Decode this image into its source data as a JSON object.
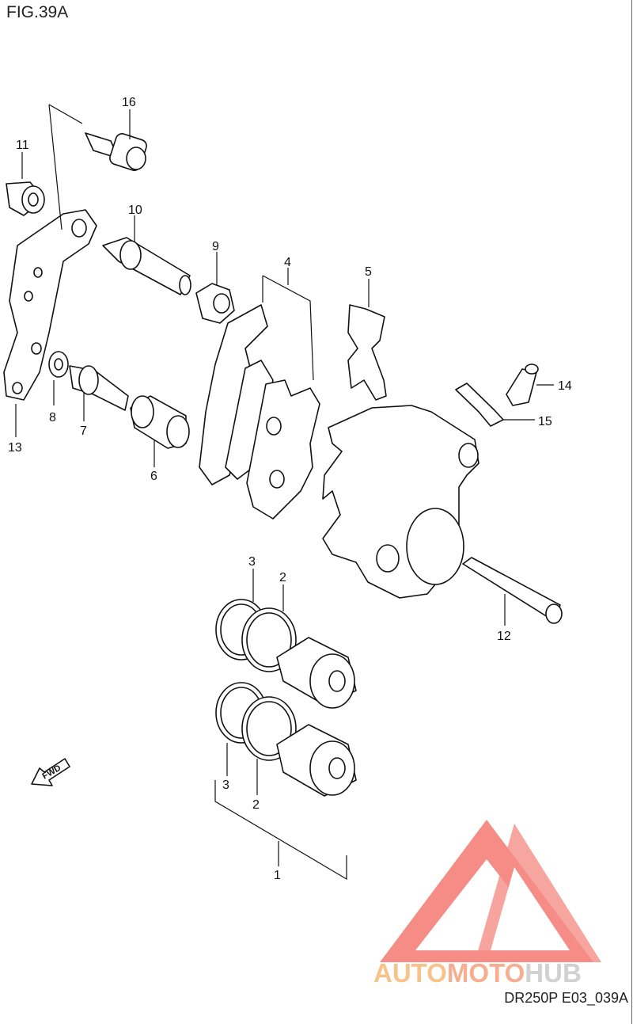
{
  "figure": {
    "title": "FIG.39A",
    "drawing_code": "DR250P E03_039A"
  },
  "direction_marker": {
    "label": "FWD",
    "icon": "forward-arrow-icon"
  },
  "watermark": {
    "part1": "AUTO",
    "part2": "MOTO",
    "part3": "HUB",
    "colors": {
      "logo": "#f47a72",
      "auto": "#f7b977",
      "moto": "#f5a07e",
      "hub": "#c9c9c9"
    }
  },
  "callouts": [
    "16",
    "11",
    "10",
    "9",
    "4",
    "5",
    "14",
    "15",
    "8",
    "7",
    "13",
    "6",
    "12",
    "3",
    "2",
    "3",
    "2",
    "1"
  ]
}
